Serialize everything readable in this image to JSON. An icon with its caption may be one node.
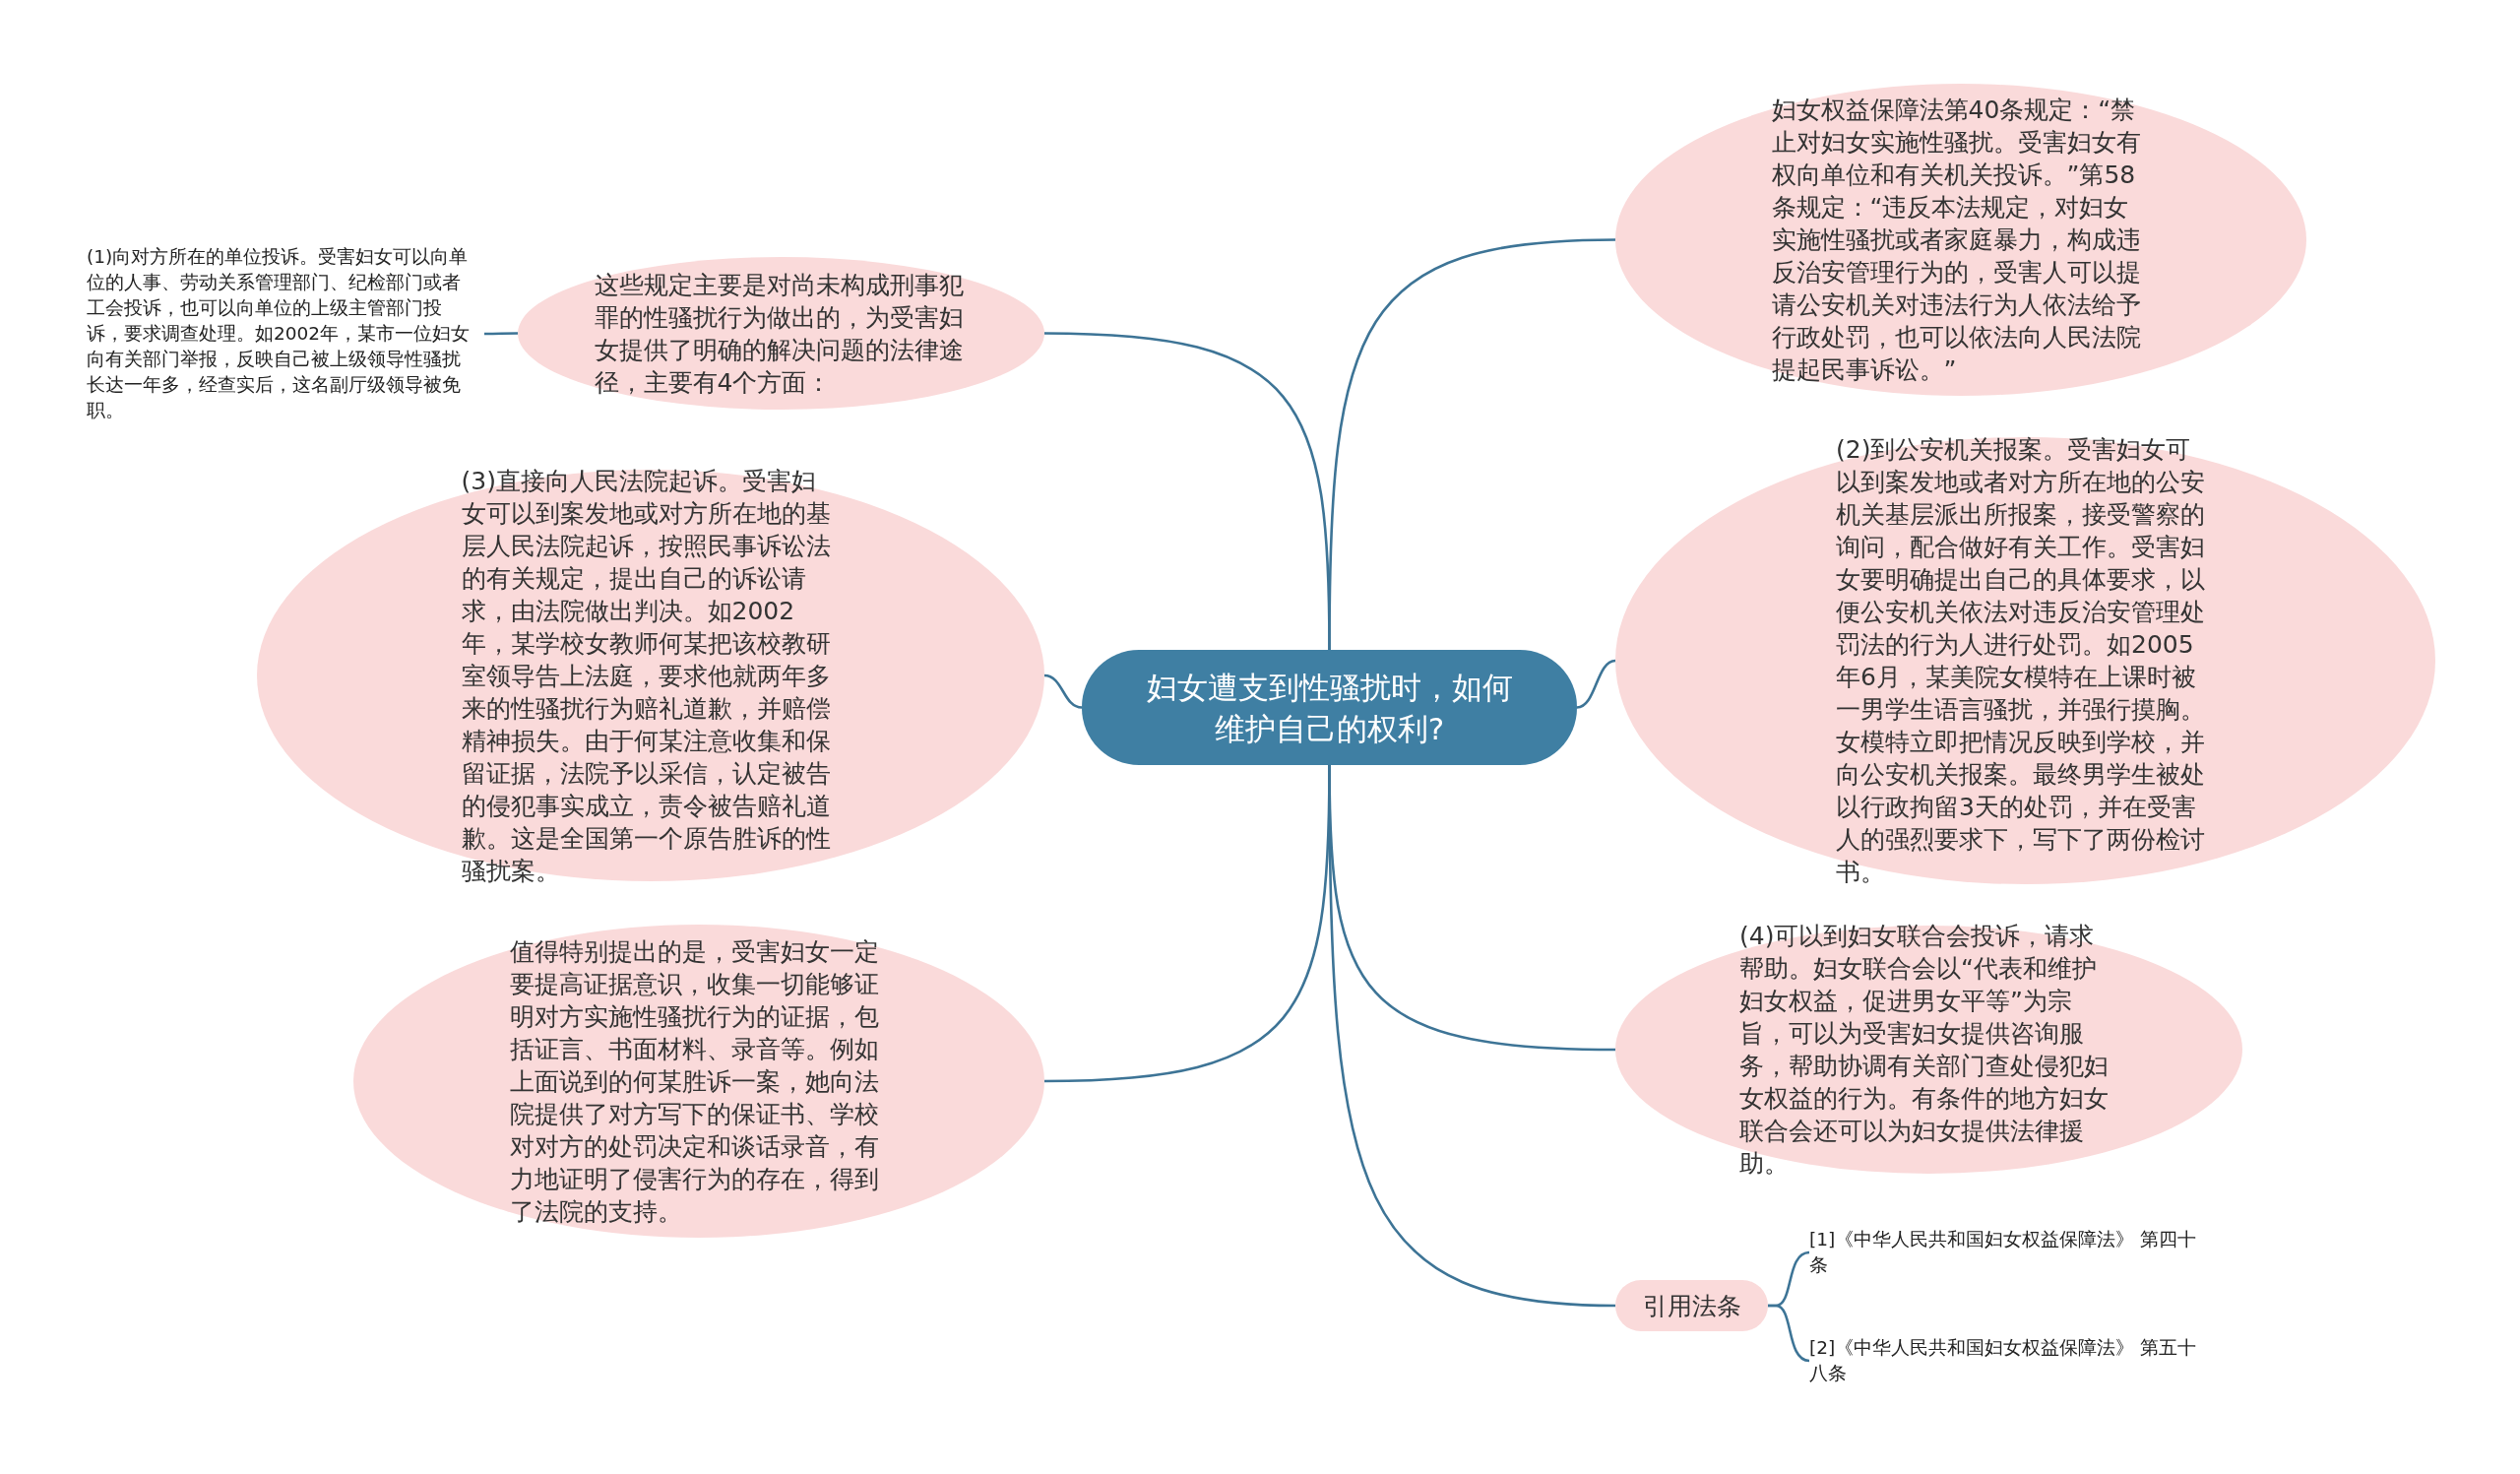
{
  "diagram": {
    "nodes": [
      {
        "text": [
          "妇女遭支到性骚扰时，如何维护自己的权利?"
        ]
      },
      {
        "text": [
          "这些规定主要是对尚未构成刑事犯罪的性骚扰行为做出的，为受害妇女提供了明确的解决问题的法律途径，主要有4个方面："
        ]
      },
      {
        "text": [
          "(1)向对方所在的单位投诉。受害妇女可以向单位的人事、劳动关系管理部门、纪检部门或者工会投诉，也可以向单位的上级主管部门投诉，要求调查处理。如2002年，某市一位妇女向有关部门举报，反映自己被上级领导性骚扰长达一年多，经查实后，这名副厅级领导被免职。"
        ]
      },
      {
        "text": [
          "(3)直接向人民法院起诉。受害妇女可以到案发地或对方所在地的基层人民法院起诉，按照民事诉讼法的有关规定，提出自己的诉讼请求，由法院做出判决。如2002年，某学校女教师何某把该校教研室领导告上法庭，要求他就两年多来的性骚扰行为赔礼道歉，并赔偿精神损失。由于何某注意收集和保留证据，法院予以采信，认定被告的侵犯事实成立，责令被告赔礼道歉。这是全国第一个原告胜诉的性骚扰案。"
        ]
      },
      {
        "text": [
          "值得特别提出的是，受害妇女一定要提高证据意识，收集一切能够证明对方实施性骚扰行为的证据，包括证言、书面材料、录音等。例如上面说到的何某胜诉一案，她向法院提供了对方写下的保证书、学校对对方的处罚决定和谈话录音，有力地证明了侵害行为的存在，得到了法院的支持。"
        ]
      },
      {
        "text": [
          "妇女权益保障法第40条规定：“禁止对妇女实施性骚扰。受害妇女有权向单位和有关机关投诉。”第58条规定：“违反本法规定，对妇女实施性骚扰或者家庭暴力，构成违反治安管理行为的，受害人可以提请公安机关对违法行为人依法给予行政处罚，也可以依法向人民法院提起民事诉讼。”"
        ]
      },
      {
        "text": [
          "(2)到公安机关报案。受害妇女可以到案发地或者对方所在地的公安机关基层派出所报案，接受警察的询问，配合做好有关工作。受害妇女要明确提出自己的具体要求，以便公安机关依法对违反治安管理处罚法的行为人进行处罚。如2005年6月，某美院女模特在上课时被一男学生语言骚扰，并强行摸胸。女模特立即把情况反映到学校，并向公安机关报案。最终男学生被处以行政拘留3天的处罚，并在受害人的强烈要求下，写下了两份检讨书。"
        ]
      },
      {
        "text": [
          "(4)可以到妇女联合会投诉，请求帮助。妇女联合会以“代表和维护妇女权益，促进男女平等”为宗旨，可以为受害妇女提供咨询服务，帮助协调有关部门查处侵犯妇女权益的行为。有条件的地方妇女联合会还可以为妇女提供法律援助。"
        ]
      },
      {
        "text": [
          "引用法条"
        ]
      },
      {
        "text": [
          "[1]《中华人民共和国妇女权益保障法》 第四十条"
        ]
      },
      {
        "text": [
          "[2]《中华人民共和国妇女权益保障法》 第五十八条"
        ]
      }
    ],
    "edges": [
      {
        "from": 0,
        "to": 1,
        "arrow": "none"
      },
      {
        "from": 1,
        "to": 2,
        "arrow": "none"
      },
      {
        "from": 0,
        "to": 3,
        "arrow": "none"
      },
      {
        "from": 0,
        "to": 4,
        "arrow": "none"
      },
      {
        "from": 0,
        "to": 5,
        "arrow": "none"
      },
      {
        "from": 0,
        "to": 6,
        "arrow": "none"
      },
      {
        "from": 0,
        "to": 7,
        "arrow": "none"
      },
      {
        "from": 0,
        "to": 8,
        "arrow": "none"
      },
      {
        "from": 8,
        "to": 9,
        "arrow": "none"
      },
      {
        "from": 8,
        "to": 10,
        "arrow": "none"
      }
    ]
  }
}
